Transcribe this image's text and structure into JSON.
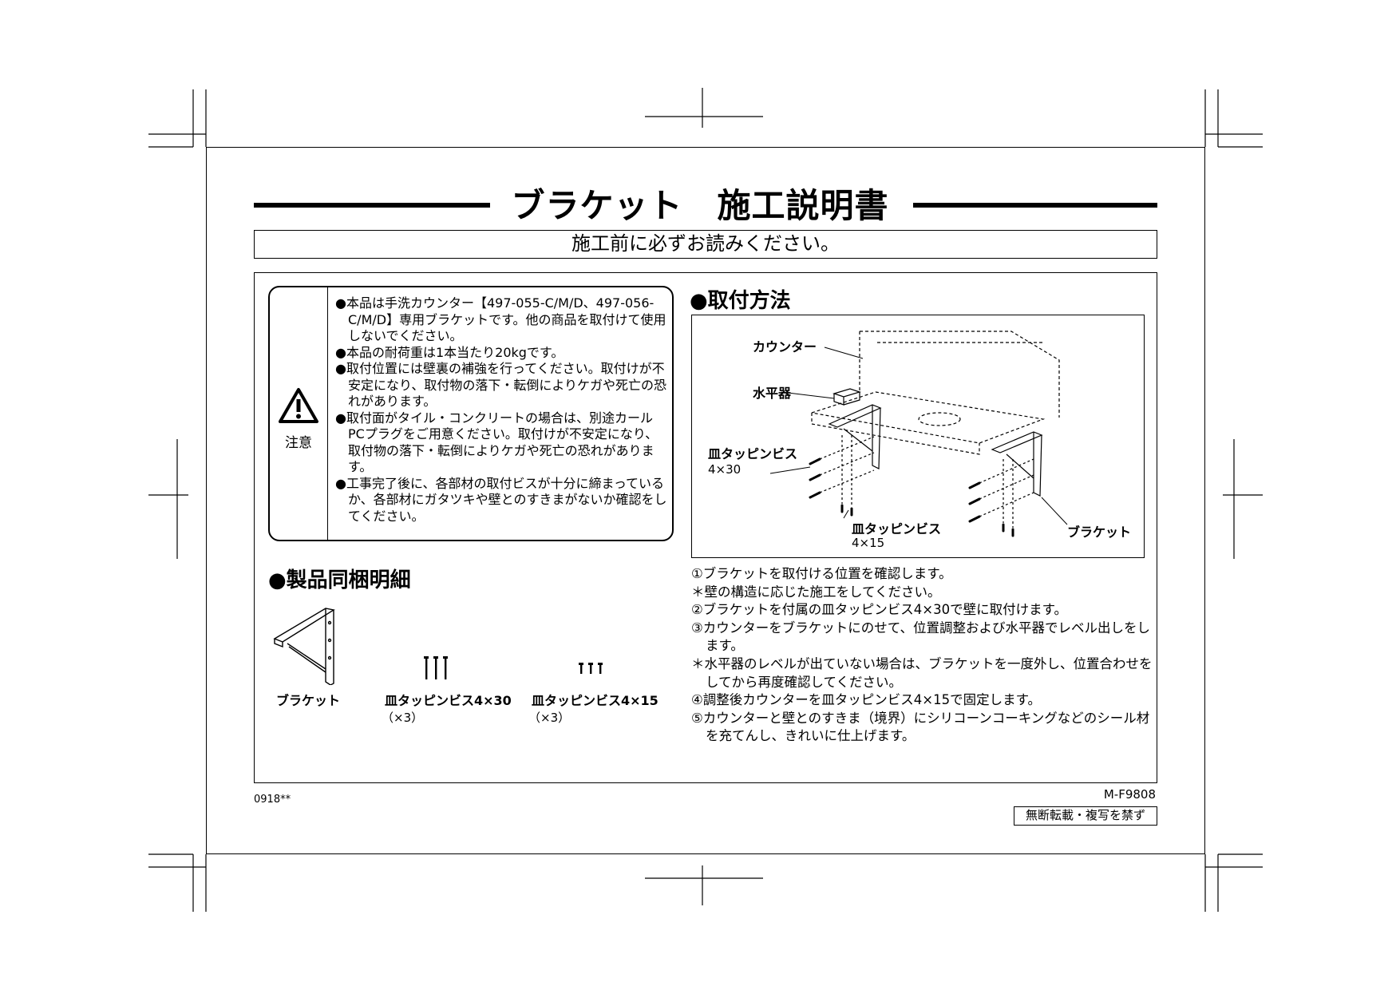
{
  "title": "ブラケット　施工説明書",
  "subtitle": "施工前に必ずお読みください。",
  "caution": {
    "label": "注意",
    "items": [
      "●本品は手洗カウンター【497-055-C/M/D、497-056-C/M/D】専用ブラケットです。他の商品を取付けて使用しないでください。",
      "●本品の耐荷重は1本当たり20kgです。",
      "●取付位置には壁裏の補強を行ってください。取付けが不安定になり、取付物の落下・転倒によりケガや死亡の恐れがあります。",
      "●取付面がタイル・コンクリートの場合は、別途カールPCプラグをご用意ください。取付けが不安定になり、取付物の落下・転倒によりケガや死亡の恐れがあります。",
      "●工事完了後に、各部材の取付ビスが十分に締まっているか、各部材にガタツキや壁とのすきまがないか確認をしてください。"
    ]
  },
  "contents": {
    "heading": "●製品同梱明細",
    "items": [
      {
        "name": "ブラケット",
        "qty": ""
      },
      {
        "name": "皿タッピンビス4×30",
        "qty": "（×3）"
      },
      {
        "name": "皿タッピンビス4×15",
        "qty": "（×3）"
      }
    ]
  },
  "installation": {
    "heading": "●取付方法",
    "diagram_labels": {
      "counter": "カウンター",
      "level": "水平器",
      "screw_long": "皿タッピンビス",
      "screw_long_size": "4×30",
      "screw_short": "皿タッピンビス",
      "screw_short_size": "4×15",
      "bracket": "ブラケット"
    },
    "steps": [
      "①ブラケットを取付ける位置を確認します。",
      "＊壁の構造に応じた施工をしてください。",
      "②ブラケットを付属の皿タッピンビス4×30で壁に取付けます。",
      "③カウンターをブラケットにのせて、位置調整および水平器でレベル出しをします。",
      "＊水平器のレベルが出ていない場合は、ブラケットを一度外し、位置合わせをしてから再度確認してください。",
      "④調整後カウンターを皿タッピンビス4×15で固定します。",
      "⑤カウンターと壁とのすきま（境界）にシリコーンコーキングなどのシール材を充てんし、きれいに仕上げます。"
    ]
  },
  "footer": {
    "lot_code": "0918**",
    "model_code": "M-F9808",
    "copyright": "無断転載・複写を禁ず"
  }
}
